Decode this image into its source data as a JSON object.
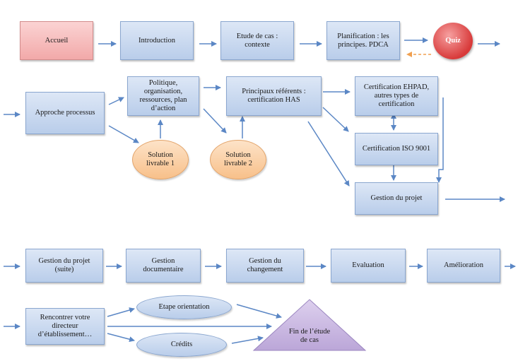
{
  "nodes": {
    "accueil": "Accueil",
    "introduction": "Introduction",
    "etude_cas": "Etude de cas :\ncontexte",
    "planification": "Planification : les\nprincipes. PDCA",
    "quiz": "Quiz",
    "approche_processus": "Approche processus",
    "politique": "Politique,\norganisation,\nressources, plan\nd’action",
    "referents": "Principaux référents :\ncertification HAS",
    "certification_ehpad": "Certification EHPAD,\nautres types de\ncertification",
    "certification_iso": "Certification ISO 9001",
    "gestion_projet": "Gestion du projet",
    "solution1": "Solution\nlivrable 1",
    "solution2": "Solution\nlivrable 2",
    "gestion_projet_suite": "Gestion du projet\n(suite)",
    "gestion_documentaire": "Gestion\ndocumentaire",
    "gestion_changement": "Gestion du\nchangement",
    "evaluation": "Evaluation",
    "amelioration": "Amélioration",
    "rencontrer": "Rencontrer votre\ndirecteur\nd’établissement…",
    "etape_orientation": "Etape orientation",
    "credits": "Crédits",
    "fin_etude": "Fin de l’étude\nde cas"
  },
  "colors": {
    "arrow": "#5b87c5",
    "dashed_arrow": "#f0a050",
    "triangle": "#c9b8e0"
  }
}
